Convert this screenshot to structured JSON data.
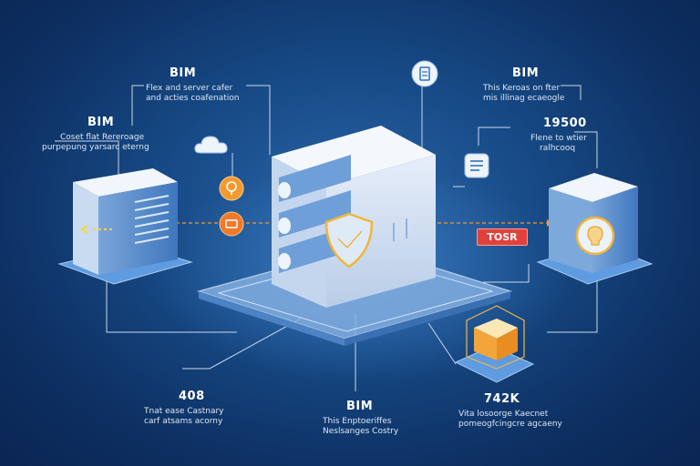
{
  "labels": {
    "top_left": {
      "heading": "BIM",
      "lines": [
        "Flex and server cafer",
        "and acties coafenation"
      ]
    },
    "left": {
      "heading": "BIM",
      "lines": [
        "Coset flat Rereroage",
        "purpepung yarsarc eterng"
      ]
    },
    "top_right": {
      "heading": "BIM",
      "lines": [
        "This Keroas on fter",
        "mis illinag ecaeogle"
      ]
    },
    "right": {
      "heading": "19500",
      "lines": [
        "Flene to wtier",
        "ralhcooq"
      ]
    },
    "bottom_left": {
      "heading": "408",
      "lines": [
        "Tnat ease Castnary",
        "carf atsams acorny"
      ]
    },
    "bottom_mid": {
      "heading": "BIM",
      "lines": [
        "This Enptoeriffes",
        "Neslsanges Costry"
      ]
    },
    "bottom_right": {
      "heading": "742K",
      "lines": [
        "Vita losoorge Kaecnet",
        "pomeogfcingcre agcaeny"
      ]
    }
  },
  "badge": {
    "text": "TOSR"
  },
  "icons": {
    "cloud": "cloud-icon",
    "bulb_orange": "lightbulb-icon",
    "alert_orange": "alert-icon",
    "document": "document-icon",
    "list_doc": "list-document-icon",
    "shield": "shield-icon",
    "bulb_right": "lightbulb-icon",
    "building": "building-icon"
  },
  "colors": {
    "accent_orange": "#f29a2e",
    "badge_red": "#e2413b",
    "shield_gold": "#f0b63a",
    "server_light": "#dfeaf7",
    "server_blue": "#3d7cc4"
  }
}
